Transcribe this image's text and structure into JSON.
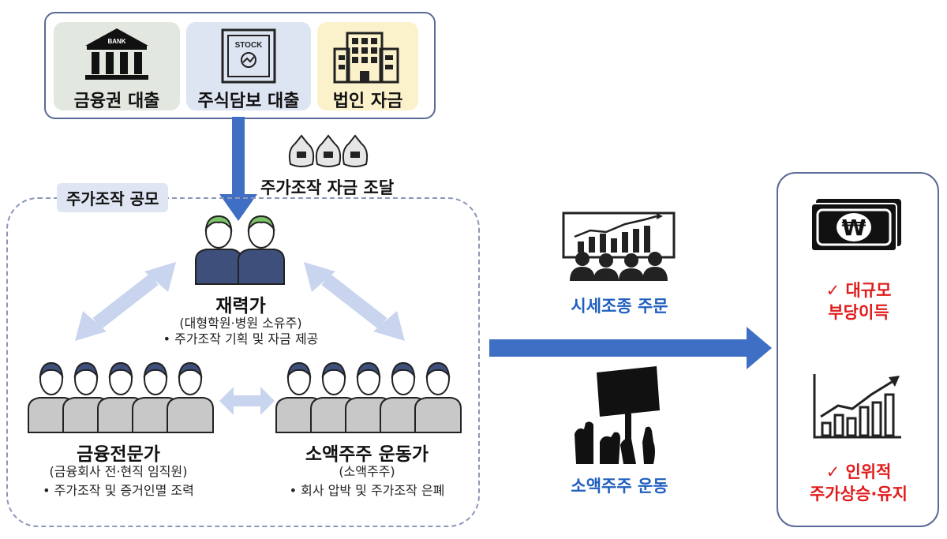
{
  "funding_sources": {
    "bank_loan": {
      "label": "금융권 대출",
      "badge": "BANK"
    },
    "stock_collateral_loan": {
      "label": "주식담보 대출",
      "badge": "STOCK"
    },
    "corporate_funds": {
      "label": "법인 자금"
    }
  },
  "fund_raising_label": "주가조작 자금 조달",
  "conspiracy_label": "주가조작 공모",
  "financier": {
    "title": "재력가",
    "subtitle": "(대형학원·병원 소유주)",
    "role": "• 주가조작 기획 및 자금 제공"
  },
  "finance_expert": {
    "title": "금융전문가",
    "subtitle": "(금융회사 전·현직 임직원)",
    "role": "• 주가조작 및 증거인멸 조력"
  },
  "activist": {
    "title": "소액주주 운동가",
    "subtitle": "(소액주주)",
    "role": "• 회사 압박 및 주가조작 은폐"
  },
  "actions": {
    "price_manipulation_orders": "시세조종 주문",
    "minority_shareholder_movement": "소액주주 운동"
  },
  "results": {
    "profit_line1": "✓ 대규모",
    "profit_line2": "부당이득",
    "price_line1": "✓ 인위적",
    "price_line2": "주가상승·유지",
    "currency_symbol": "₩"
  },
  "colors": {
    "arrow_blue": "#3f6fc4",
    "light_arrow": "#c9d5ee",
    "head_green": "#7cc46a",
    "head_navy": "#3e4f7c",
    "accent_red": "#e01b1b"
  }
}
